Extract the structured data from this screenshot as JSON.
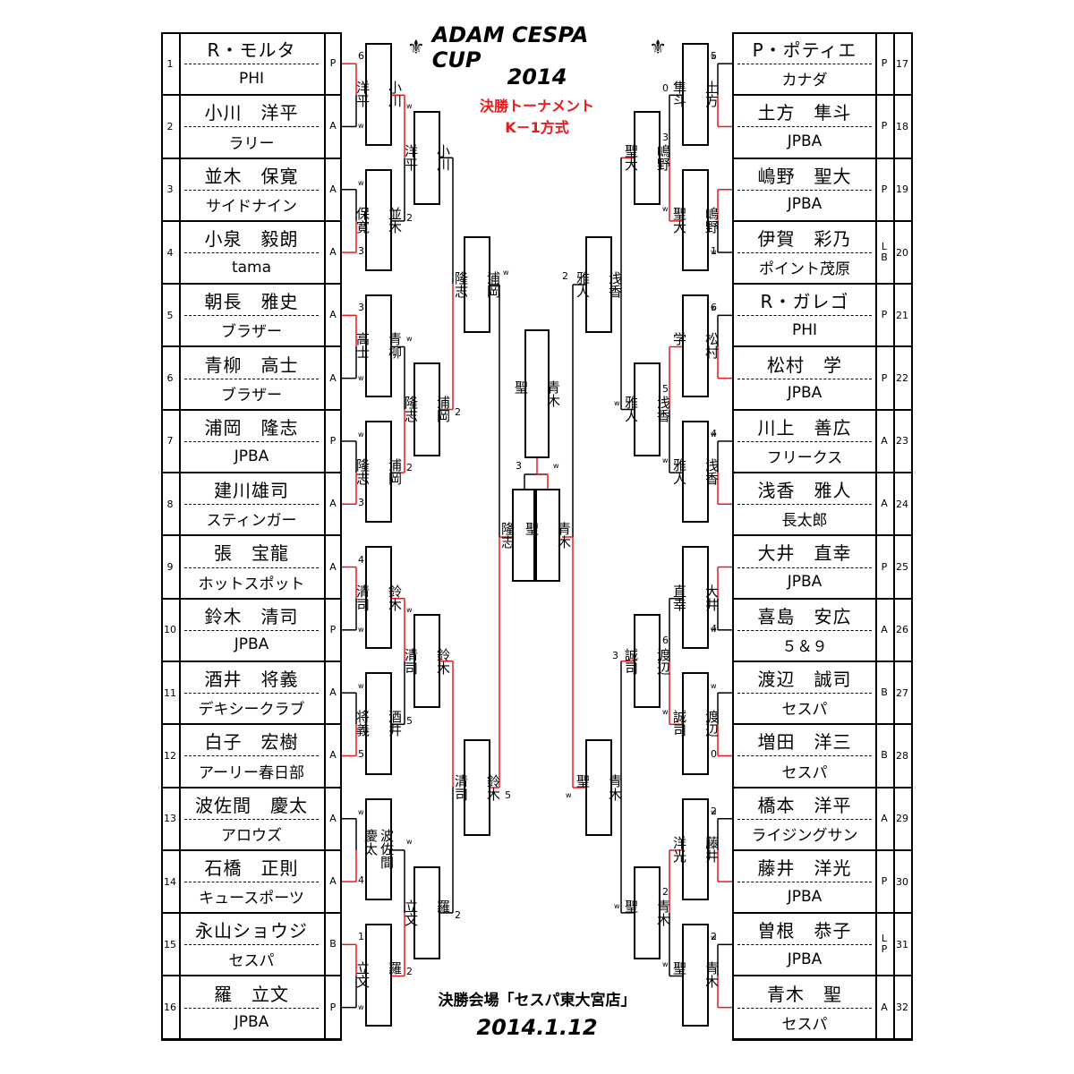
{
  "header": {
    "title": "ADAM CESPA CUP",
    "year": "2014",
    "subtitle1": "決勝トーナメント",
    "subtitle2": "K－1方式",
    "venue": "決勝会場「セスパ東大宮店」",
    "date": "2014.1.12"
  },
  "left_players": [
    {
      "num": "1",
      "name": "R・モルタ",
      "club": "PHI",
      "cls": "P"
    },
    {
      "num": "2",
      "name": "小川　洋平",
      "club": "ラリー",
      "cls": "A"
    },
    {
      "num": "3",
      "name": "並木　保寛",
      "club": "サイドナイン",
      "cls": "A"
    },
    {
      "num": "4",
      "name": "小泉　毅朗",
      "club": "tama",
      "cls": "A"
    },
    {
      "num": "5",
      "name": "朝長　雅史",
      "club": "ブラザー",
      "cls": "A"
    },
    {
      "num": "6",
      "name": "青柳　高士",
      "club": "ブラザー",
      "cls": "A"
    },
    {
      "num": "7",
      "name": "浦岡　隆志",
      "club": "JPBA",
      "cls": "P"
    },
    {
      "num": "8",
      "name": "建川雄司",
      "club": "スティンガー",
      "cls": "A"
    },
    {
      "num": "9",
      "name": "張　宝龍",
      "club": "ホットスポット",
      "cls": "A"
    },
    {
      "num": "10",
      "name": "鈴木　清司",
      "club": "JPBA",
      "cls": "P"
    },
    {
      "num": "11",
      "name": "酒井　将義",
      "club": "デキシークラブ",
      "cls": "A"
    },
    {
      "num": "12",
      "name": "白子　宏樹",
      "club": "アーリー春日部",
      "cls": "A"
    },
    {
      "num": "13",
      "name": "波佐間　慶太",
      "club": "アロウズ",
      "cls": "A"
    },
    {
      "num": "14",
      "name": "石橋　正則",
      "club": "キュースポーツ",
      "cls": "A"
    },
    {
      "num": "15",
      "name": "永山ショウジ",
      "club": "セスパ",
      "cls": "B"
    },
    {
      "num": "16",
      "name": "羅　立文",
      "club": "JPBA",
      "cls": "P"
    }
  ],
  "right_players": [
    {
      "num": "17",
      "name": "P・ポティエ",
      "club": "カナダ",
      "cls": "P"
    },
    {
      "num": "18",
      "name": "土方　隼斗",
      "club": "JPBA",
      "cls": "P"
    },
    {
      "num": "19",
      "name": "嶋野　聖大",
      "club": "JPBA",
      "cls": "P"
    },
    {
      "num": "20",
      "name": "伊賀　彩乃",
      "club": "ポイント茂原",
      "cls": "L\nB"
    },
    {
      "num": "21",
      "name": "R・ガレゴ",
      "club": "PHI",
      "cls": "P"
    },
    {
      "num": "22",
      "name": "松村　学",
      "club": "JPBA",
      "cls": "P"
    },
    {
      "num": "23",
      "name": "川上　善広",
      "club": "フリークス",
      "cls": "A"
    },
    {
      "num": "24",
      "name": "浅香　雅人",
      "club": "長太郎",
      "cls": "A"
    },
    {
      "num": "25",
      "name": "大井　直幸",
      "club": "JPBA",
      "cls": "P"
    },
    {
      "num": "26",
      "name": "喜島　安広",
      "club": "５＆９",
      "cls": "A"
    },
    {
      "num": "27",
      "name": "渡辺　誠司",
      "club": "セスパ",
      "cls": "B"
    },
    {
      "num": "28",
      "name": "増田　洋三",
      "club": "セスパ",
      "cls": "B"
    },
    {
      "num": "29",
      "name": "橋本　洋平",
      "club": "ライジングサン",
      "cls": "A"
    },
    {
      "num": "30",
      "name": "藤井　洋光",
      "club": "JPBA",
      "cls": "P"
    },
    {
      "num": "31",
      "name": "曽根　恭子",
      "club": "JPBA",
      "cls": "L\nP"
    },
    {
      "num": "32",
      "name": "青木　聖",
      "club": "セスパ",
      "cls": "A"
    }
  ],
  "left_r1": [
    {
      "name": "小川\n\n洋平",
      "s1": "6",
      "s2": "",
      "w": "w"
    },
    {
      "name": "並木\n\n保寛",
      "s1": "",
      "s2": "3",
      "w": ""
    },
    {
      "name": "青柳\n\n高士",
      "s1": "3",
      "s2": "",
      "w": ""
    },
    {
      "name": "浦岡\n\n隆志",
      "s1": "",
      "s2": "3",
      "w": ""
    },
    {
      "name": "鈴木\n\n清司",
      "s1": "4",
      "s2": "",
      "w": ""
    },
    {
      "name": "酒井\n\n将義",
      "s1": "",
      "s2": "5",
      "w": ""
    },
    {
      "name": "波佐間\n慶太",
      "s1": "",
      "s2": "4",
      "w": ""
    },
    {
      "name": "羅\n\n立文",
      "s1": "1",
      "s2": "",
      "w": ""
    }
  ],
  "left_r1_marks": [
    "w",
    "w",
    "2",
    "w",
    "w",
    "w",
    "w",
    "w",
    "w",
    "w",
    "w",
    "w",
    "w",
    "w",
    "w",
    "w"
  ],
  "left_r2": [
    {
      "name": "小川\n\n洋平",
      "score": "2"
    },
    {
      "name": "浦岡\n\n隆志",
      "score": "2"
    },
    {
      "name": "鈴木\n\n清司",
      "score": "5"
    },
    {
      "name": "羅\n\n立文",
      "score": "2"
    }
  ],
  "left_r3": [
    {
      "name": "浦岡\n\n隆志",
      "score": ""
    },
    {
      "name": "鈴木\n\n清司",
      "score": "5"
    }
  ],
  "right_r1": [
    {
      "name": "土方\n\n隼斗",
      "s1": "5",
      "s2": ""
    },
    {
      "name": "嶋野\n\n聖大",
      "s1": "",
      "s2": "1"
    },
    {
      "name": "松村\n\n学",
      "s1": "6",
      "s2": ""
    },
    {
      "name": "浅香\n\n雅人",
      "s1": "4",
      "s2": ""
    },
    {
      "name": "大井\n\n直幸",
      "s1": "",
      "s2": "4"
    },
    {
      "name": "渡辺\n\n誠司",
      "s1": "",
      "s2": "0"
    },
    {
      "name": "藤井\n\n洋光",
      "s1": "2",
      "s2": ""
    },
    {
      "name": "青木\n\n聖",
      "s1": "2",
      "s2": ""
    }
  ],
  "right_r2": [
    {
      "name": "嶋野\n\n聖大",
      "score": "3"
    },
    {
      "name": "浅香\n\n雅人",
      "score": "5"
    },
    {
      "name": "渡辺\n\n誠司",
      "score": "6"
    },
    {
      "name": "青木\n\n聖",
      "score": "2"
    }
  ],
  "right_r2_scores_top": [
    "0",
    "",
    "",
    ""
  ],
  "right_r3": [
    {
      "name": "浅香\n\n雅人",
      "score": "2"
    },
    {
      "name": "青木\n\n聖",
      "score": ""
    }
  ],
  "right_r3_score2": "3",
  "final": {
    "left": "浦岡\n\n隆志",
    "right": "青木\n\n聖",
    "champion": "青木\n\n聖",
    "score_left": "3",
    "score_right": "w"
  },
  "win_mark": "w",
  "colors": {
    "accent": "#e8191c",
    "line": "#000000"
  }
}
